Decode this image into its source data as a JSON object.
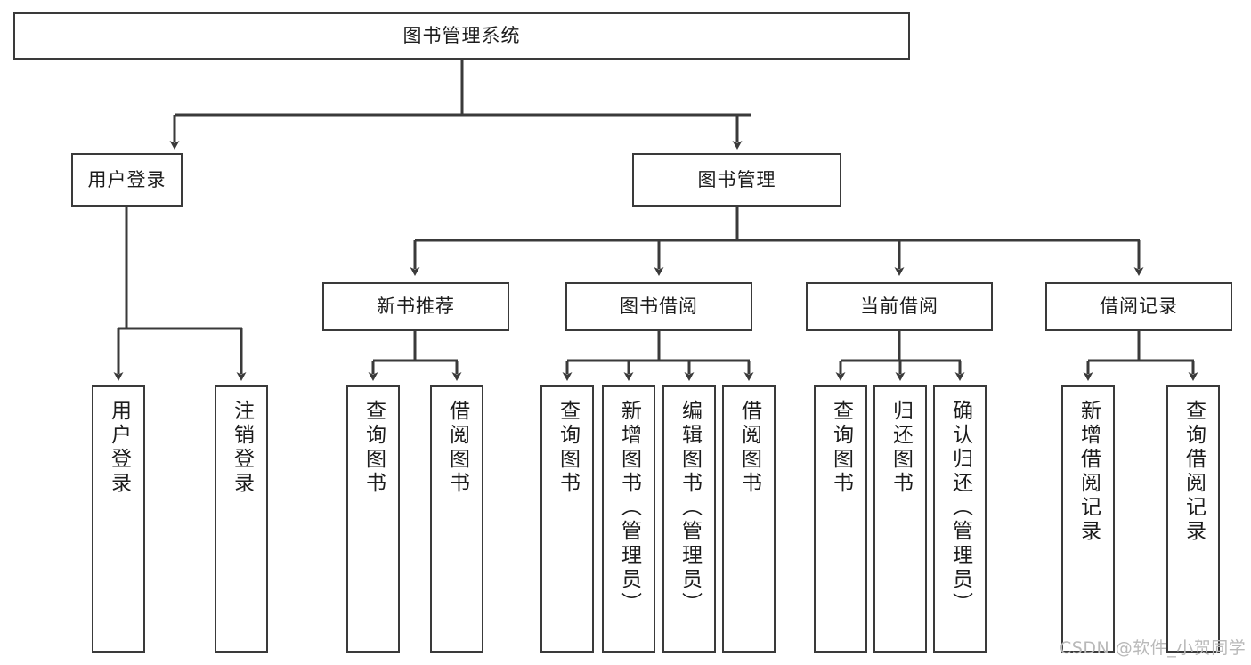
{
  "diagram": {
    "title": "图书管理系统",
    "type": "tree",
    "colors": {
      "box_border": "#3a3a3a",
      "box_fill": "#ffffff",
      "connector": "#3a3a3a",
      "text": "#1c1c1c",
      "watermark": "#b9b9b9",
      "background": "#ffffff"
    },
    "nodes": {
      "root": {
        "label": "图书管理系统"
      },
      "level1": [
        {
          "id": "user-login",
          "label": "用户登录"
        },
        {
          "id": "book-manage",
          "label": "图书管理"
        }
      ],
      "level2": [
        {
          "id": "new-book-recommend",
          "label": "新书推荐"
        },
        {
          "id": "book-borrow",
          "label": "图书借阅"
        },
        {
          "id": "current-borrow",
          "label": "当前借阅"
        },
        {
          "id": "borrow-record",
          "label": "借阅记录"
        }
      ],
      "leaves": {
        "user-login": [
          {
            "id": "leaf-user-login",
            "label": "用户登录"
          },
          {
            "id": "leaf-logout-login",
            "label": "注销登录"
          }
        ],
        "new-book-recommend": [
          {
            "id": "leaf-query-book-1",
            "label": "查询图书"
          },
          {
            "id": "leaf-borrow-book-1",
            "label": "借阅图书"
          }
        ],
        "book-borrow": [
          {
            "id": "leaf-query-book-2",
            "label": "查询图书"
          },
          {
            "id": "leaf-add-book",
            "label": "新增图书（管理员）"
          },
          {
            "id": "leaf-edit-book",
            "label": "编辑图书（管理员）"
          },
          {
            "id": "leaf-borrow-book-2",
            "label": "借阅图书"
          }
        ],
        "current-borrow": [
          {
            "id": "leaf-query-book-3",
            "label": "查询图书"
          },
          {
            "id": "leaf-return-book",
            "label": "归还图书"
          },
          {
            "id": "leaf-confirm-return",
            "label": "确认归还（管理员）"
          }
        ],
        "borrow-record": [
          {
            "id": "leaf-add-record",
            "label": "新增借阅记录"
          },
          {
            "id": "leaf-query-record",
            "label": "查询借阅记录"
          }
        ]
      }
    },
    "watermark": "CSDN @软件_小贺同学"
  }
}
